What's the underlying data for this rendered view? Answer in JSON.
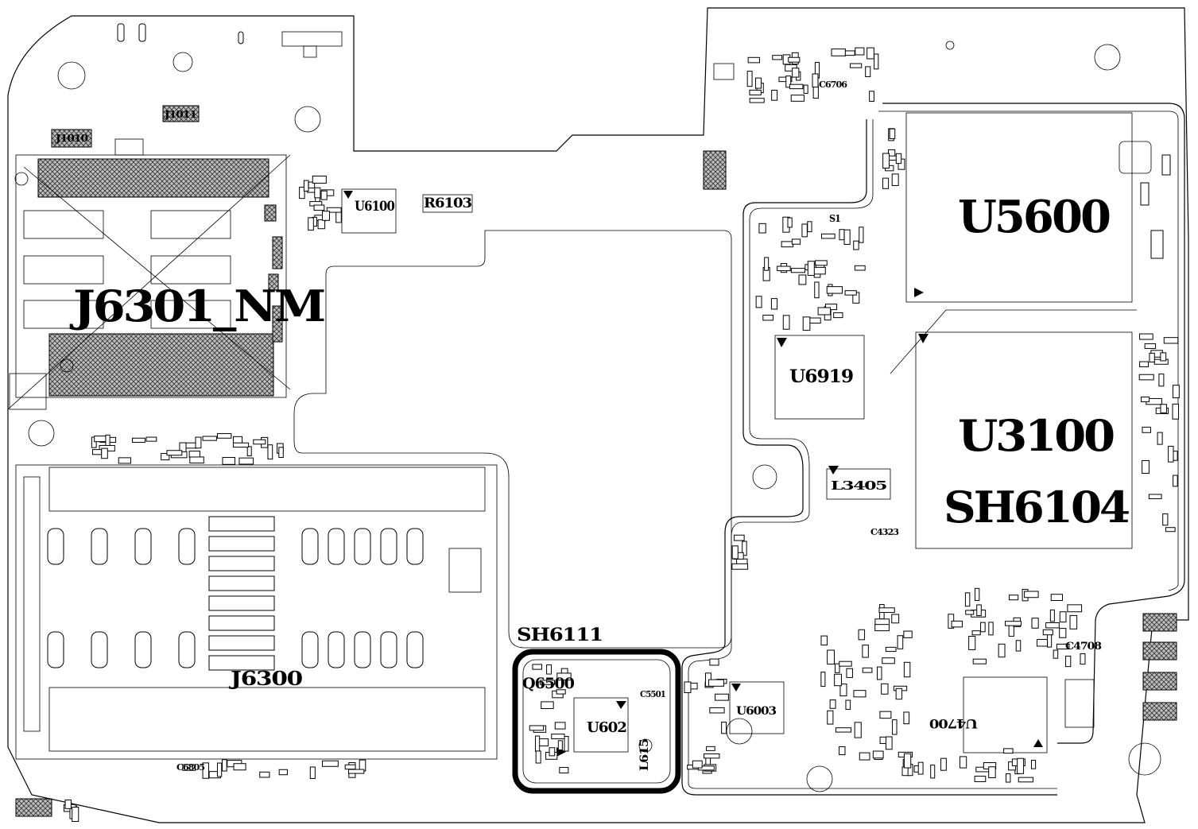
{
  "components": {
    "j6301_nm": "J6301_NM",
    "u5600": "U5600",
    "u3100": "U3100",
    "sh6104": "SH6104",
    "u6919": "U6919",
    "u6100": "U6100",
    "r6103": "R6103",
    "j6300": "J6300",
    "sh6111": "SH6111",
    "q6500": "Q6500",
    "u602": "U602",
    "l3405": "L3405",
    "u6003": "U6003",
    "u4700": "U4700",
    "c4708": "C4708",
    "c4323": "C4323",
    "c5501": "C5501",
    "l615": "L615",
    "c6805": "C6805",
    "c6706": "C6706",
    "s1": "S1",
    "j1010": "J1010",
    "j1011": "J1011"
  },
  "colors": {
    "ink": "#000000",
    "board": "#ffffff",
    "hatch": "#555555"
  }
}
